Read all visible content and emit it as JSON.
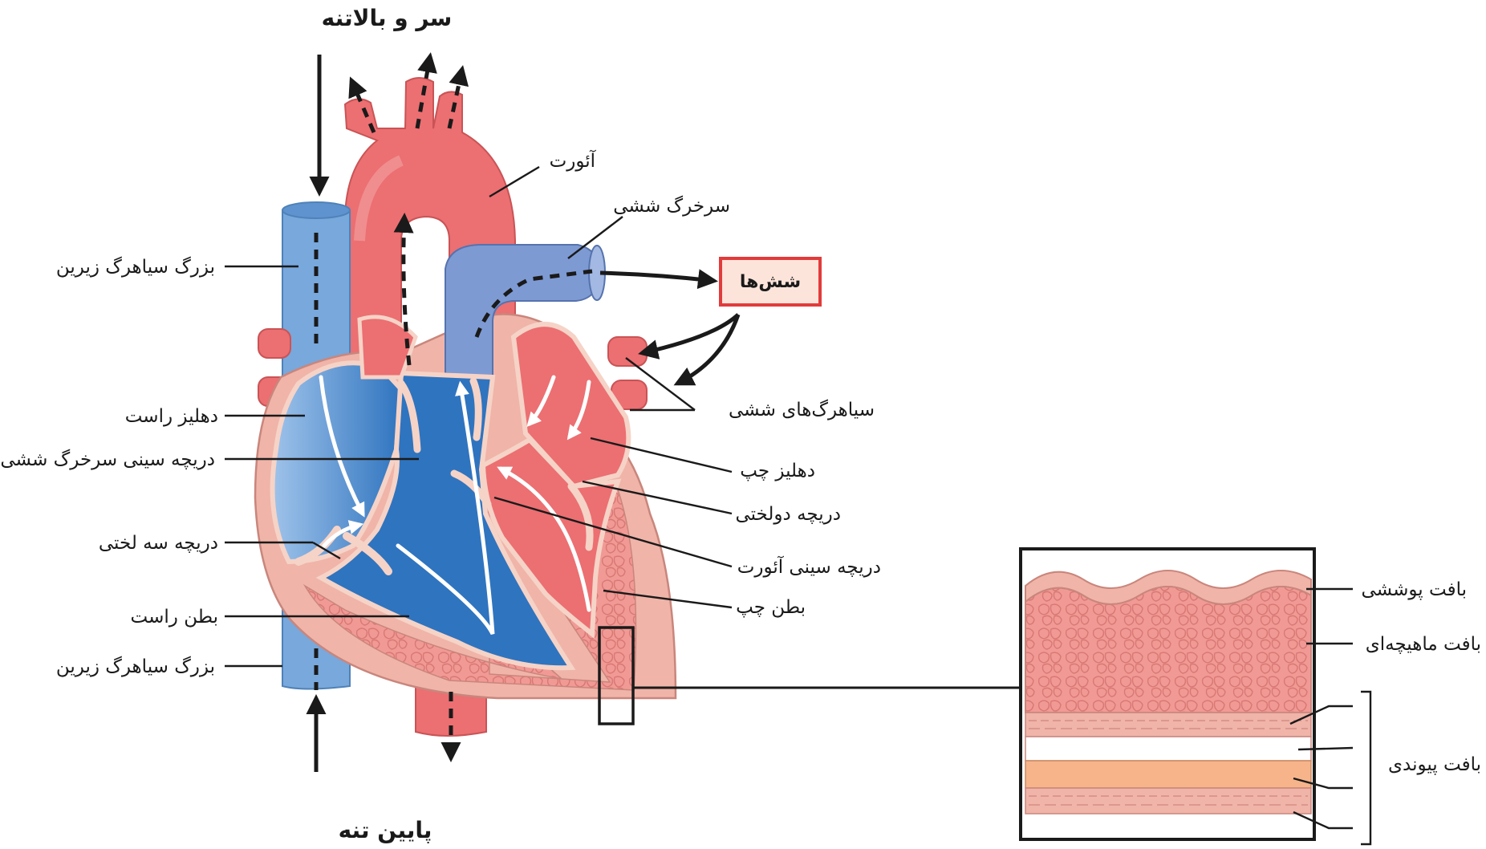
{
  "labels": {
    "head_upper_body": "سر و بالاتنه",
    "lower_body": "پایین تنه",
    "aorta": "آئورت",
    "pulmonary_artery": "سرخرگ ششی",
    "lungs": "شش‌ها",
    "pulmonary_veins": "سیاهرگ‌های ششی",
    "left_atrium": "دهلیز چپ",
    "mitral_valve": "دریچه دولختی",
    "aortic_valve": "دریچه سینی آئورت",
    "left_ventricle": "بطن چپ",
    "superior_vena_cava": "بزرگ سیاهرگ زیرین",
    "right_atrium": "دهلیز راست",
    "pulmonary_valve": "دریچه سینی سرخرگ ششی",
    "tricuspid_valve": "دریچه سه لختی",
    "right_ventricle": "بطن راست",
    "inferior_vena_cava": "بزرگ سیاهرگ زیرین",
    "epithelial_tissue": "بافت پوششی",
    "muscle_tissue": "بافت ماهیچه‌ای",
    "connective_tissue": "بافت پیوندی"
  },
  "colors": {
    "oxygenated": "#ec6f72",
    "oxygenated_light": "#f4a3a3",
    "deoxygenated": "#2f74bf",
    "deoxygenated_light": "#8fb3de",
    "vein_blue": "#78a8dc",
    "wall": "#f0b4a9",
    "highlight_box": "#e23b3b",
    "highlight_fill": "#fde4da"
  }
}
